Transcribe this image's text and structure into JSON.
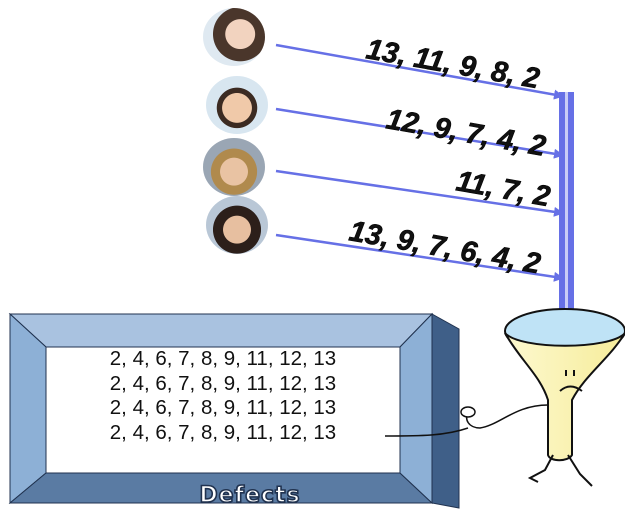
{
  "arrow_color": "#6670e6",
  "box_colors": {
    "front": "#8db0d6",
    "top": "#a9c2e0",
    "side": "#5a7ba3",
    "outline": "#20324f"
  },
  "funnel_color": "#fbf5b8",
  "people": [
    {
      "sequence": "13, 11, 9, 8, 2",
      "avatar": "woman-portrait"
    },
    {
      "sequence": "12, 9, 7, 4, 2",
      "avatar": "man-portrait-smiling"
    },
    {
      "sequence": "11, 7, 2",
      "avatar": "man-portrait-blond"
    },
    {
      "sequence": "13, 9, 7, 6, 4, 2",
      "avatar": "man-portrait-dark-hair"
    }
  ],
  "defects_box": {
    "lines": [
      "2, 4, 6, 7, 8, 9, 11, 12, 13",
      "2, 4, 6, 7, 8, 9, 11, 12, 13",
      "2, 4, 6, 7, 8, 9, 11, 12, 13",
      "2, 4, 6, 7, 8, 9, 11, 12, 13"
    ],
    "caption": "Defects"
  },
  "funnel_face": "sad-face"
}
